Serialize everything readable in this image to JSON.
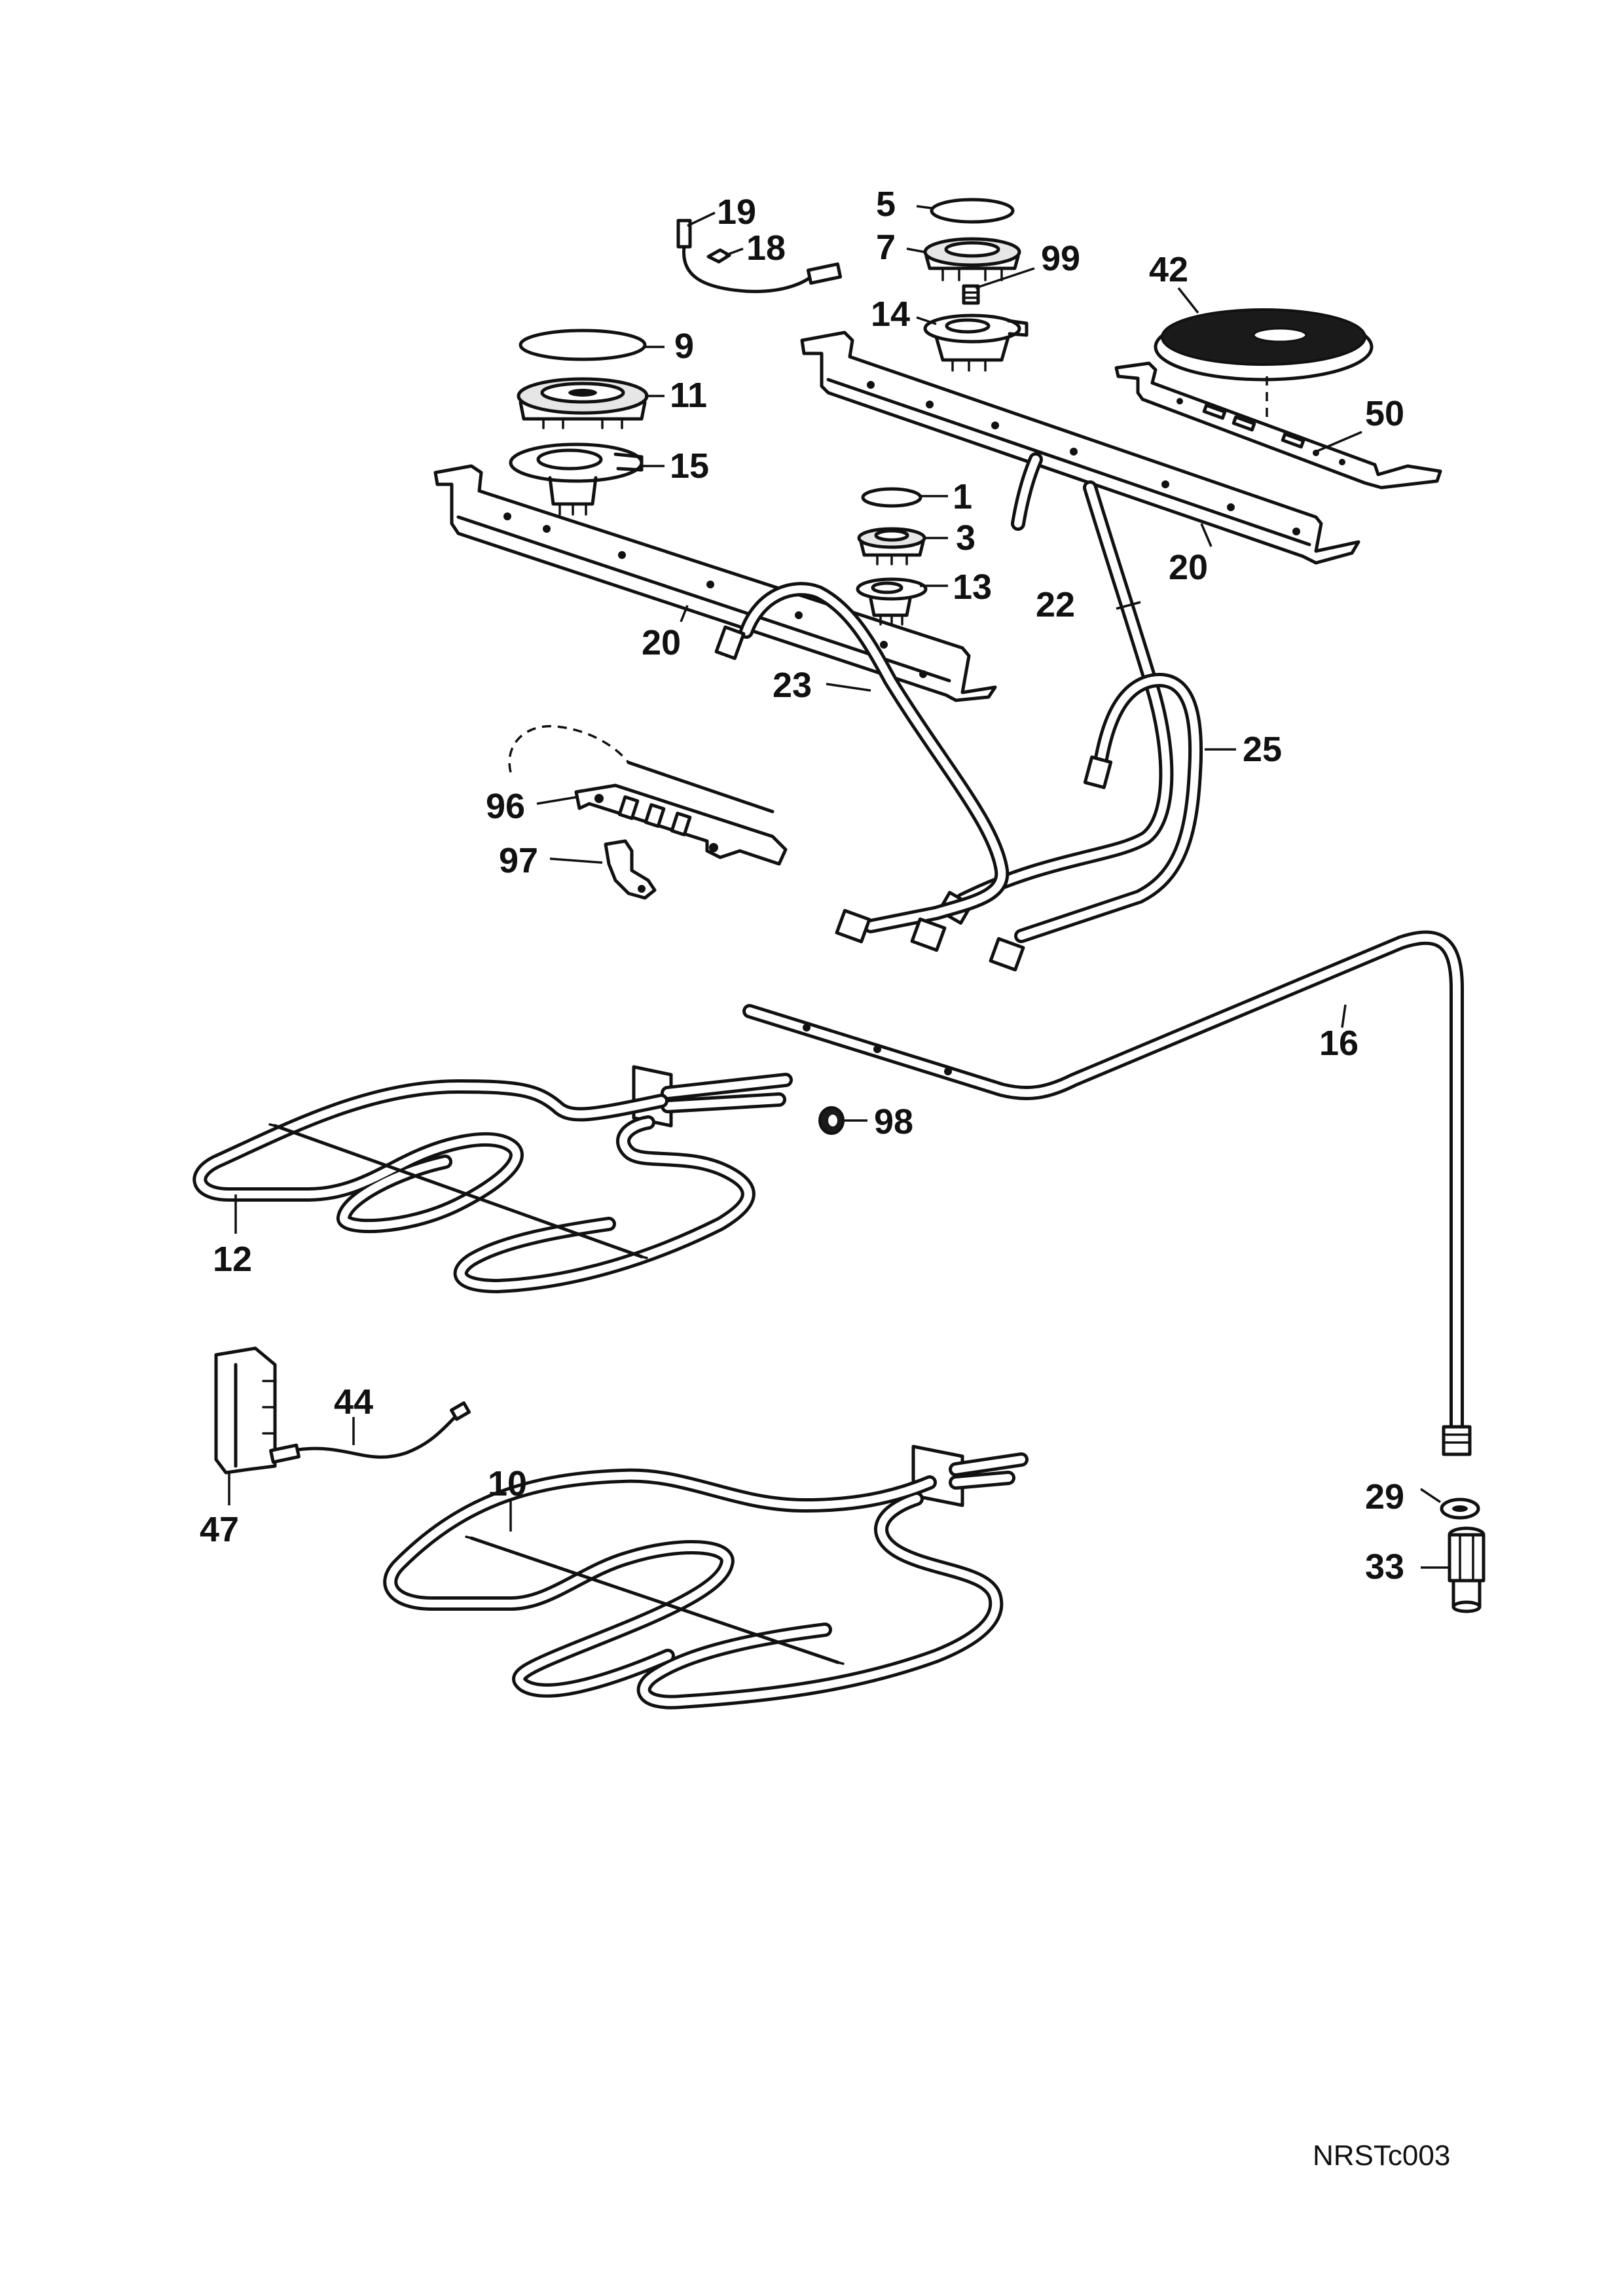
{
  "diagram_ref": "NRSTc003",
  "callouts": [
    "19",
    "18",
    "5",
    "7",
    "99",
    "42",
    "14",
    "9",
    "11",
    "50",
    "15",
    "1",
    "3",
    "13",
    "20",
    "22",
    "20",
    "23",
    "25",
    "96",
    "97",
    "16",
    "98",
    "12",
    "44",
    "10",
    "47",
    "29",
    "33"
  ]
}
